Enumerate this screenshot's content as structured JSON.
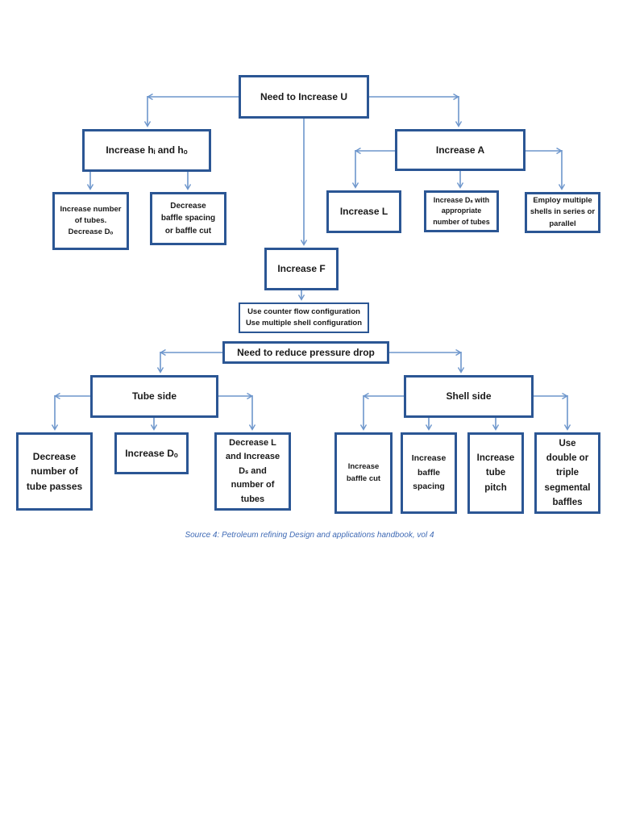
{
  "diagram": {
    "title": "Heat exchanger design decision flowchart",
    "colors": {
      "box_border": "#2b5694",
      "connector": "#6d96cc",
      "caption_text": "#3f6ab5",
      "label_text": "#1a1a1a",
      "page_background": "#ffffff"
    },
    "nodes": {
      "need_u": {
        "lines": [
          "Need to Increase U"
        ]
      },
      "inc_hi_ho": {
        "lines": [
          "Increase hᵢ and hₒ"
        ]
      },
      "inc_tubes": {
        "lines": [
          "Increase number",
          "of tubes.",
          "Decrease Dₒ"
        ]
      },
      "dec_baffle": {
        "lines": [
          "Decrease",
          "baffle spacing",
          "or baffle cut"
        ]
      },
      "inc_a": {
        "lines": [
          "Increase A"
        ]
      },
      "inc_l": {
        "lines": [
          "Increase L"
        ]
      },
      "inc_ds": {
        "lines": [
          "Increase Dₛ with",
          "appropriate",
          "number of tubes"
        ]
      },
      "employ": {
        "lines": [
          "Employ multiple",
          "shells in series or",
          "parallel"
        ]
      },
      "inc_f": {
        "lines": [
          "Increase F"
        ]
      },
      "counterflow": {
        "lines": [
          "Use counter flow configuration",
          "Use multiple shell configuration"
        ]
      },
      "need_pd": {
        "lines": [
          "Need to reduce pressure drop"
        ]
      },
      "tube_side": {
        "lines": [
          "Tube side"
        ]
      },
      "dec_passes": {
        "lines": [
          "Decrease",
          "number of",
          "tube passes"
        ]
      },
      "inc_do": {
        "lines": [
          "Increase Dₒ"
        ]
      },
      "dec_l": {
        "lines": [
          "Decrease L",
          "and Increase",
          "Dₛ and",
          "number of",
          "tubes"
        ]
      },
      "shell_side": {
        "lines": [
          "Shell side"
        ]
      },
      "inc_baffle_cut": {
        "lines": [
          "Increase",
          "baffle cut"
        ]
      },
      "inc_baffle_spacing": {
        "lines": [
          "Increase",
          "baffle",
          "spacing"
        ]
      },
      "inc_tube_pitch": {
        "lines": [
          "Increase",
          "tube",
          "pitch"
        ]
      },
      "use_double": {
        "lines": [
          "Use",
          "double or",
          "triple",
          "segmental",
          "baffles"
        ]
      }
    },
    "edges": [
      {
        "from": "need_u",
        "to": "inc_hi_ho"
      },
      {
        "from": "need_u",
        "to": "inc_a"
      },
      {
        "from": "need_u",
        "to": "inc_f"
      },
      {
        "from": "inc_hi_ho",
        "to": "inc_tubes"
      },
      {
        "from": "inc_hi_ho",
        "to": "dec_baffle"
      },
      {
        "from": "inc_a",
        "to": "inc_l"
      },
      {
        "from": "inc_a",
        "to": "inc_ds"
      },
      {
        "from": "inc_a",
        "to": "employ"
      },
      {
        "from": "inc_f",
        "to": "counterflow"
      },
      {
        "from": "need_pd",
        "to": "tube_side"
      },
      {
        "from": "need_pd",
        "to": "shell_side"
      },
      {
        "from": "tube_side",
        "to": "dec_passes"
      },
      {
        "from": "tube_side",
        "to": "inc_do"
      },
      {
        "from": "tube_side",
        "to": "dec_l"
      },
      {
        "from": "shell_side",
        "to": "inc_baffle_cut"
      },
      {
        "from": "shell_side",
        "to": "inc_baffle_spacing"
      },
      {
        "from": "shell_side",
        "to": "inc_tube_pitch"
      },
      {
        "from": "shell_side",
        "to": "use_double"
      }
    ],
    "caption": "Source 4: Petroleum refining Design and applications handbook, vol 4"
  }
}
